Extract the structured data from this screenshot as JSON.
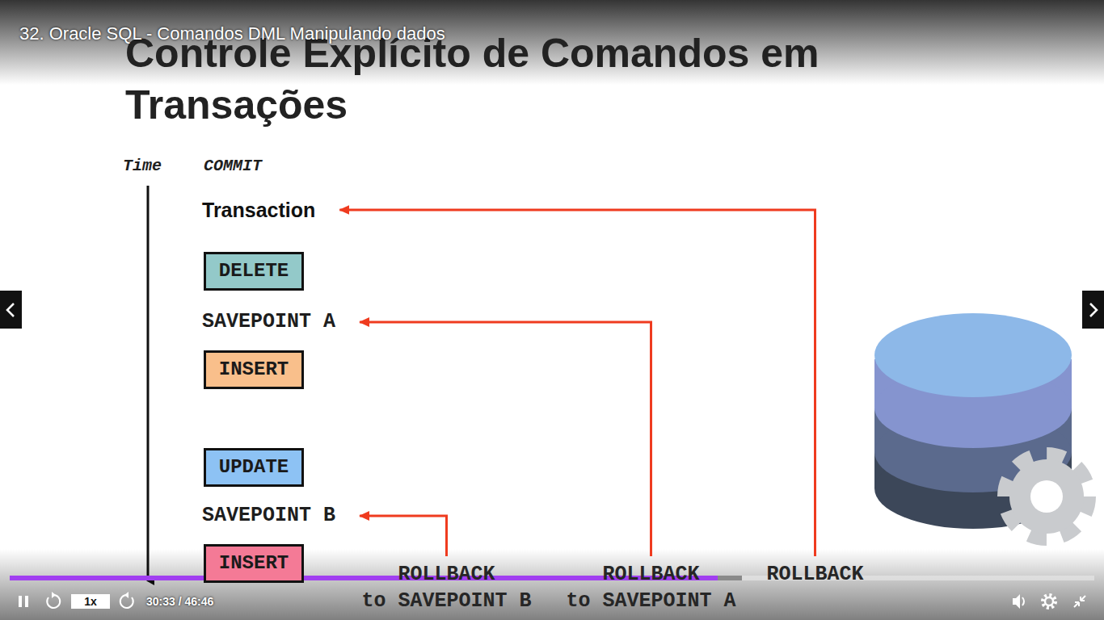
{
  "diagram": {
    "title": "Controle Explícito de Comandos em Transações",
    "nodes": [
      {
        "text": [
          "Transaction"
        ]
      },
      {
        "text": [
          "DELETE"
        ]
      },
      {
        "text": [
          "SAVEPOINT A"
        ]
      },
      {
        "text": [
          "INSERT"
        ]
      },
      {
        "text": [
          "UPDATE"
        ]
      },
      {
        "text": [
          "SAVEPOINT B"
        ]
      },
      {
        "text": [
          "INSERT"
        ]
      },
      {
        "text": [
          "ROLLBACK",
          "to SAVEPOINT B"
        ]
      },
      {
        "text": [
          "ROLLBACK",
          "to SAVEPOINT A"
        ]
      },
      {
        "text": [
          "ROLLBACK"
        ]
      }
    ],
    "edges": [
      {
        "from": 7,
        "to": 5,
        "arrow": "to"
      },
      {
        "from": 8,
        "to": 2,
        "arrow": "to"
      },
      {
        "from": 9,
        "to": 0,
        "arrow": "to"
      }
    ],
    "labels": [
      "32. Oracle SQL - Comandos DML Manipulando dados",
      "Time",
      "COMMIT",
      "1x",
      "30:33 / 46:46"
    ]
  }
}
